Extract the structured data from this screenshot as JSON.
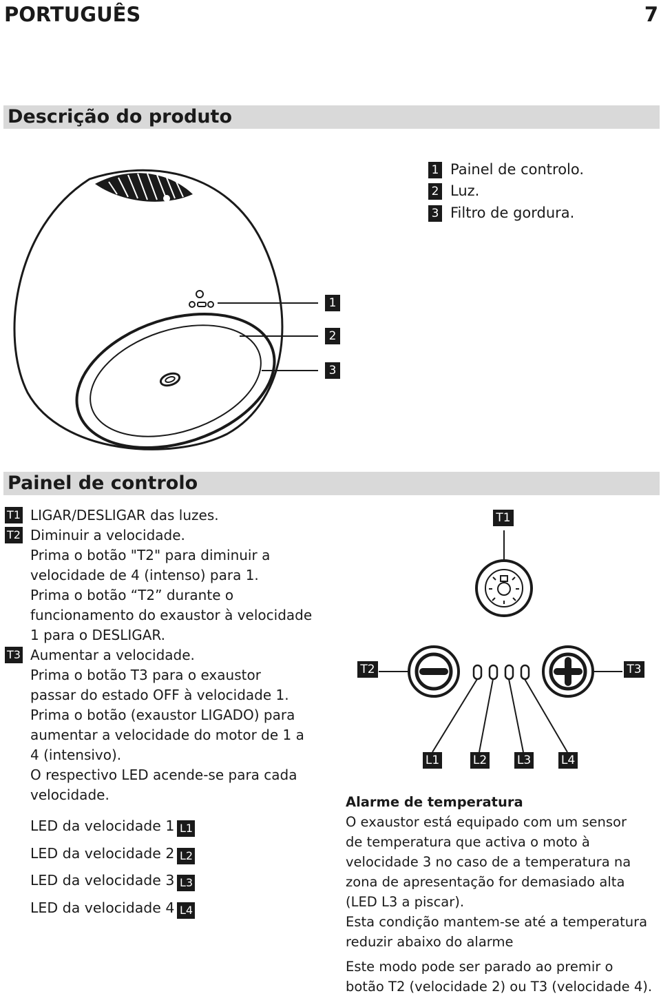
{
  "header": {
    "language": "PORTUGUÊS",
    "page_number": "7"
  },
  "section1": {
    "title": "Descrição do produto",
    "legend": [
      {
        "num": "1",
        "label": "Painel de controlo."
      },
      {
        "num": "2",
        "label": "Luz."
      },
      {
        "num": "3",
        "label": "Filtro de gordura."
      }
    ],
    "callouts": [
      "1",
      "2",
      "3"
    ]
  },
  "section2": {
    "title": "Painel de controlo",
    "keys": [
      "T1",
      "T2",
      "T3"
    ],
    "lines": [
      "LIGAR/DESLIGAR das luzes.",
      "Diminuir a velocidade.",
      "Prima o botão \"T2\" para diminuir a",
      "velocidade de 4 (intenso) para 1.",
      "Prima o botão “T2” durante o",
      "funcionamento do exaustor à velocidade",
      "1 para o DESLIGAR.",
      "Aumentar a velocidade.",
      "Prima o botão T3 para o exaustor",
      "passar do estado OFF à velocidade 1.",
      "Prima o botão (exaustor LIGADO) para",
      "aumentar a velocidade do motor de 1 a",
      "4 (intensivo).",
      "O respectivo LED acende-se para cada",
      "velocidade."
    ],
    "leds": [
      {
        "label": "LED da velocidade 1",
        "code": "L1"
      },
      {
        "label": "LED da velocidade 2",
        "code": "L2"
      },
      {
        "label": "LED da velocidade 3",
        "code": "L3"
      },
      {
        "label": "LED da velocidade 4",
        "code": "L4"
      }
    ],
    "diagram_labels": {
      "t1": "T1",
      "t2": "T2",
      "t3": "T3",
      "l1": "L1",
      "l2": "L2",
      "l3": "L3",
      "l4": "L4"
    }
  },
  "alarm": {
    "title": "Alarme de temperatura",
    "lines": [
      "O exaustor está equipado com um sensor",
      "de temperatura que activa o moto à",
      "velocidade 3 no caso de a temperatura na",
      "zona de apresentação for demasiado alta",
      "(LED L3 a piscar).",
      "Esta condição mantem-se até a temperatura",
      "reduzir abaixo do alarme",
      "Este modo pode ser parado ao premir o",
      "botão T2 (velocidade 2) ou T3 (velocidade 4)."
    ]
  }
}
